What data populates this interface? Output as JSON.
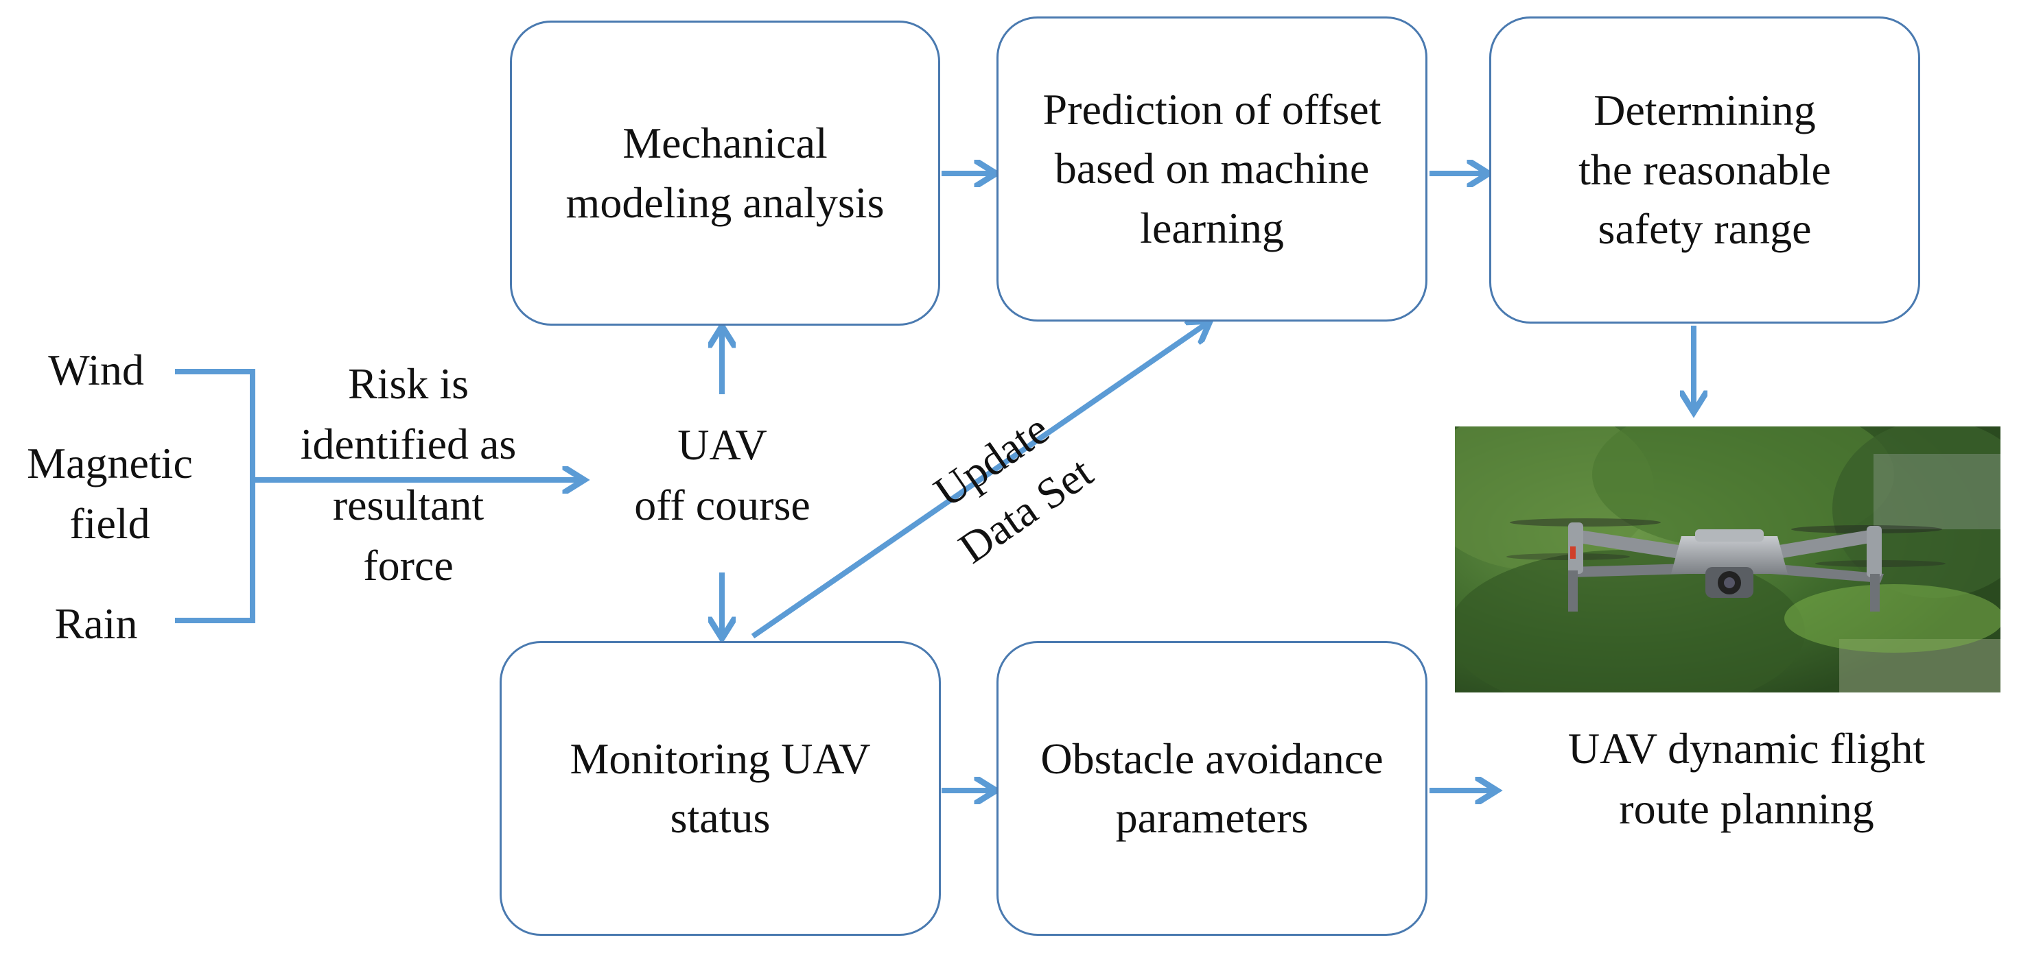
{
  "inputs": {
    "wind": "Wind",
    "magnetic": "Magnetic\nfield",
    "rain": "Rain"
  },
  "risk_label": "Risk is\nidentified as\nresultant\nforce",
  "uav_off_course": "UAV\noff course",
  "update_label": "Update\nData Set",
  "boxes": {
    "mechanical": "Mechanical\nmodeling analysis",
    "prediction": "Prediction of offset\nbased on machine\nlearning",
    "determining": "Determining\nthe reasonable\nsafety range",
    "monitoring": "Monitoring UAV\nstatus",
    "obstacle": "Obstacle avoidance\nparameters"
  },
  "output_label": "UAV dynamic flight\nroute planning",
  "colors": {
    "arrow": "#5b9bd5",
    "box_border": "#4a7ab0"
  }
}
